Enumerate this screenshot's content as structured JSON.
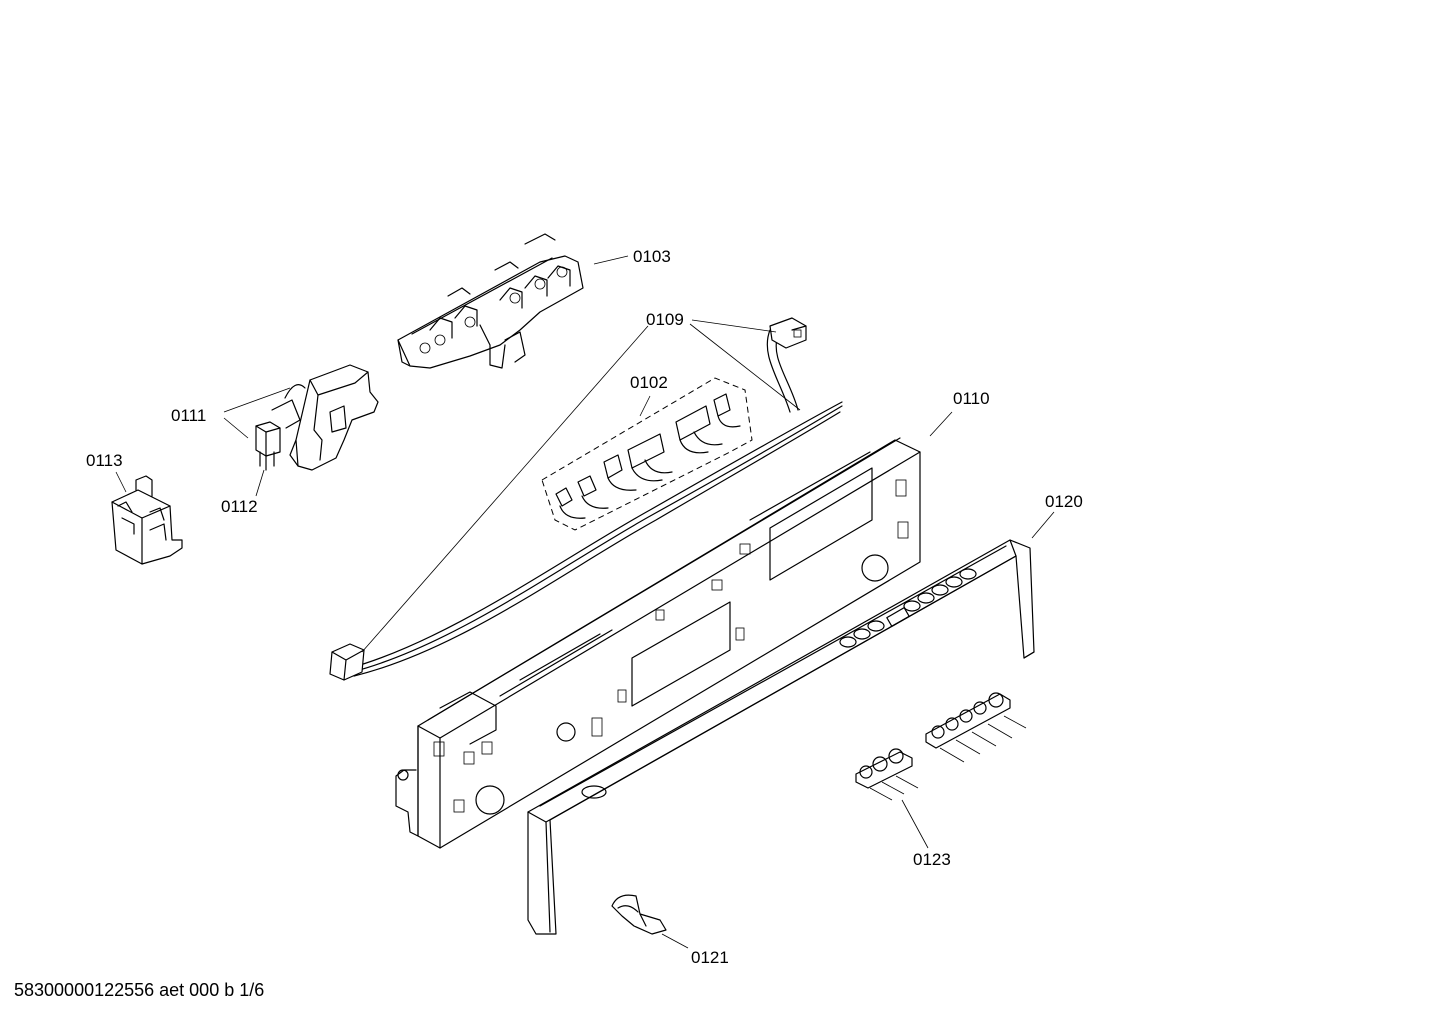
{
  "footer": {
    "document_code": "58300000122556 aet 000 b 1/6"
  },
  "parts": [
    {
      "key": "0103",
      "label": "0103"
    },
    {
      "key": "0109",
      "label": "0109"
    },
    {
      "key": "0102",
      "label": "0102"
    },
    {
      "key": "0110",
      "label": "0110"
    },
    {
      "key": "0111",
      "label": "0111"
    },
    {
      "key": "0113",
      "label": "0113"
    },
    {
      "key": "0112",
      "label": "0112"
    },
    {
      "key": "0120",
      "label": "0120"
    },
    {
      "key": "0123",
      "label": "0123"
    },
    {
      "key": "0121",
      "label": "0121"
    }
  ]
}
